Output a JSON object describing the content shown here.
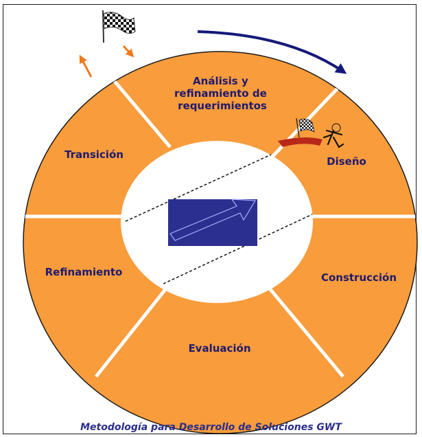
{
  "colors": {
    "ring_fill": "#f89c3c",
    "ring_border": "#1a1a1a",
    "divider": "#ffffff",
    "label_text": "#1f1a6e",
    "caption_text": "#2a2d8c",
    "arrow_blue": "#141a78",
    "arrow_orange": "#f07a1a",
    "center_box": "#2b2f8f",
    "ribbon_red": "#b8281a"
  },
  "segments": [
    {
      "id": "analysis",
      "lines": [
        "Análisis y",
        "refinamiento de",
        "requerimientos"
      ]
    },
    {
      "id": "design",
      "lines": [
        "Diseño"
      ]
    },
    {
      "id": "construction",
      "lines": [
        "Construcción"
      ]
    },
    {
      "id": "evaluation",
      "lines": [
        "Evaluación"
      ]
    },
    {
      "id": "refinement",
      "lines": [
        "Refinamiento"
      ]
    },
    {
      "id": "transition",
      "lines": [
        "Transición"
      ]
    }
  ],
  "icons": {
    "start_flag": "checkered-flag-icon",
    "runner": "runner-with-flag-icon",
    "center": "forward-arrow-icon"
  },
  "caption": "Metodología para Desarrollo de Soluciones GWT"
}
